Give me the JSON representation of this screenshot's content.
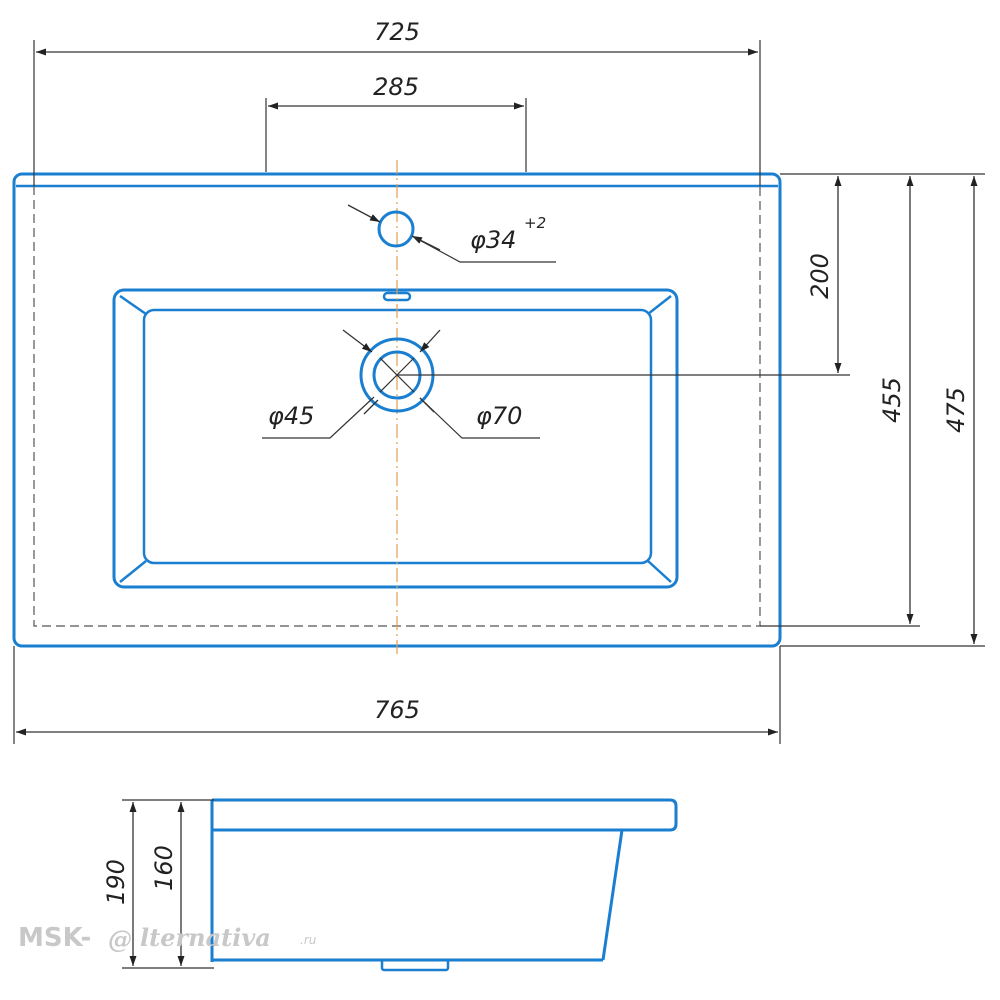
{
  "dimensions": {
    "top_width": "725",
    "tap_offset": "285",
    "tap_hole_diameter": "φ34",
    "tap_hole_tolerance": "+2",
    "drain_inner_diameter": "φ45",
    "drain_outer_diameter": "φ70",
    "drain_depth": "200",
    "bowl_depth": "455",
    "overall_depth": "475",
    "overall_width": "765",
    "side_height": "190",
    "bowl_height": "160"
  },
  "watermark": {
    "prefix": "MSK-",
    "script": "lternativa",
    "suffix": ".ru"
  },
  "colors": {
    "outline": "#1a7fd0",
    "center_axis": "#e0a050",
    "dimension_lines": "#333333"
  }
}
